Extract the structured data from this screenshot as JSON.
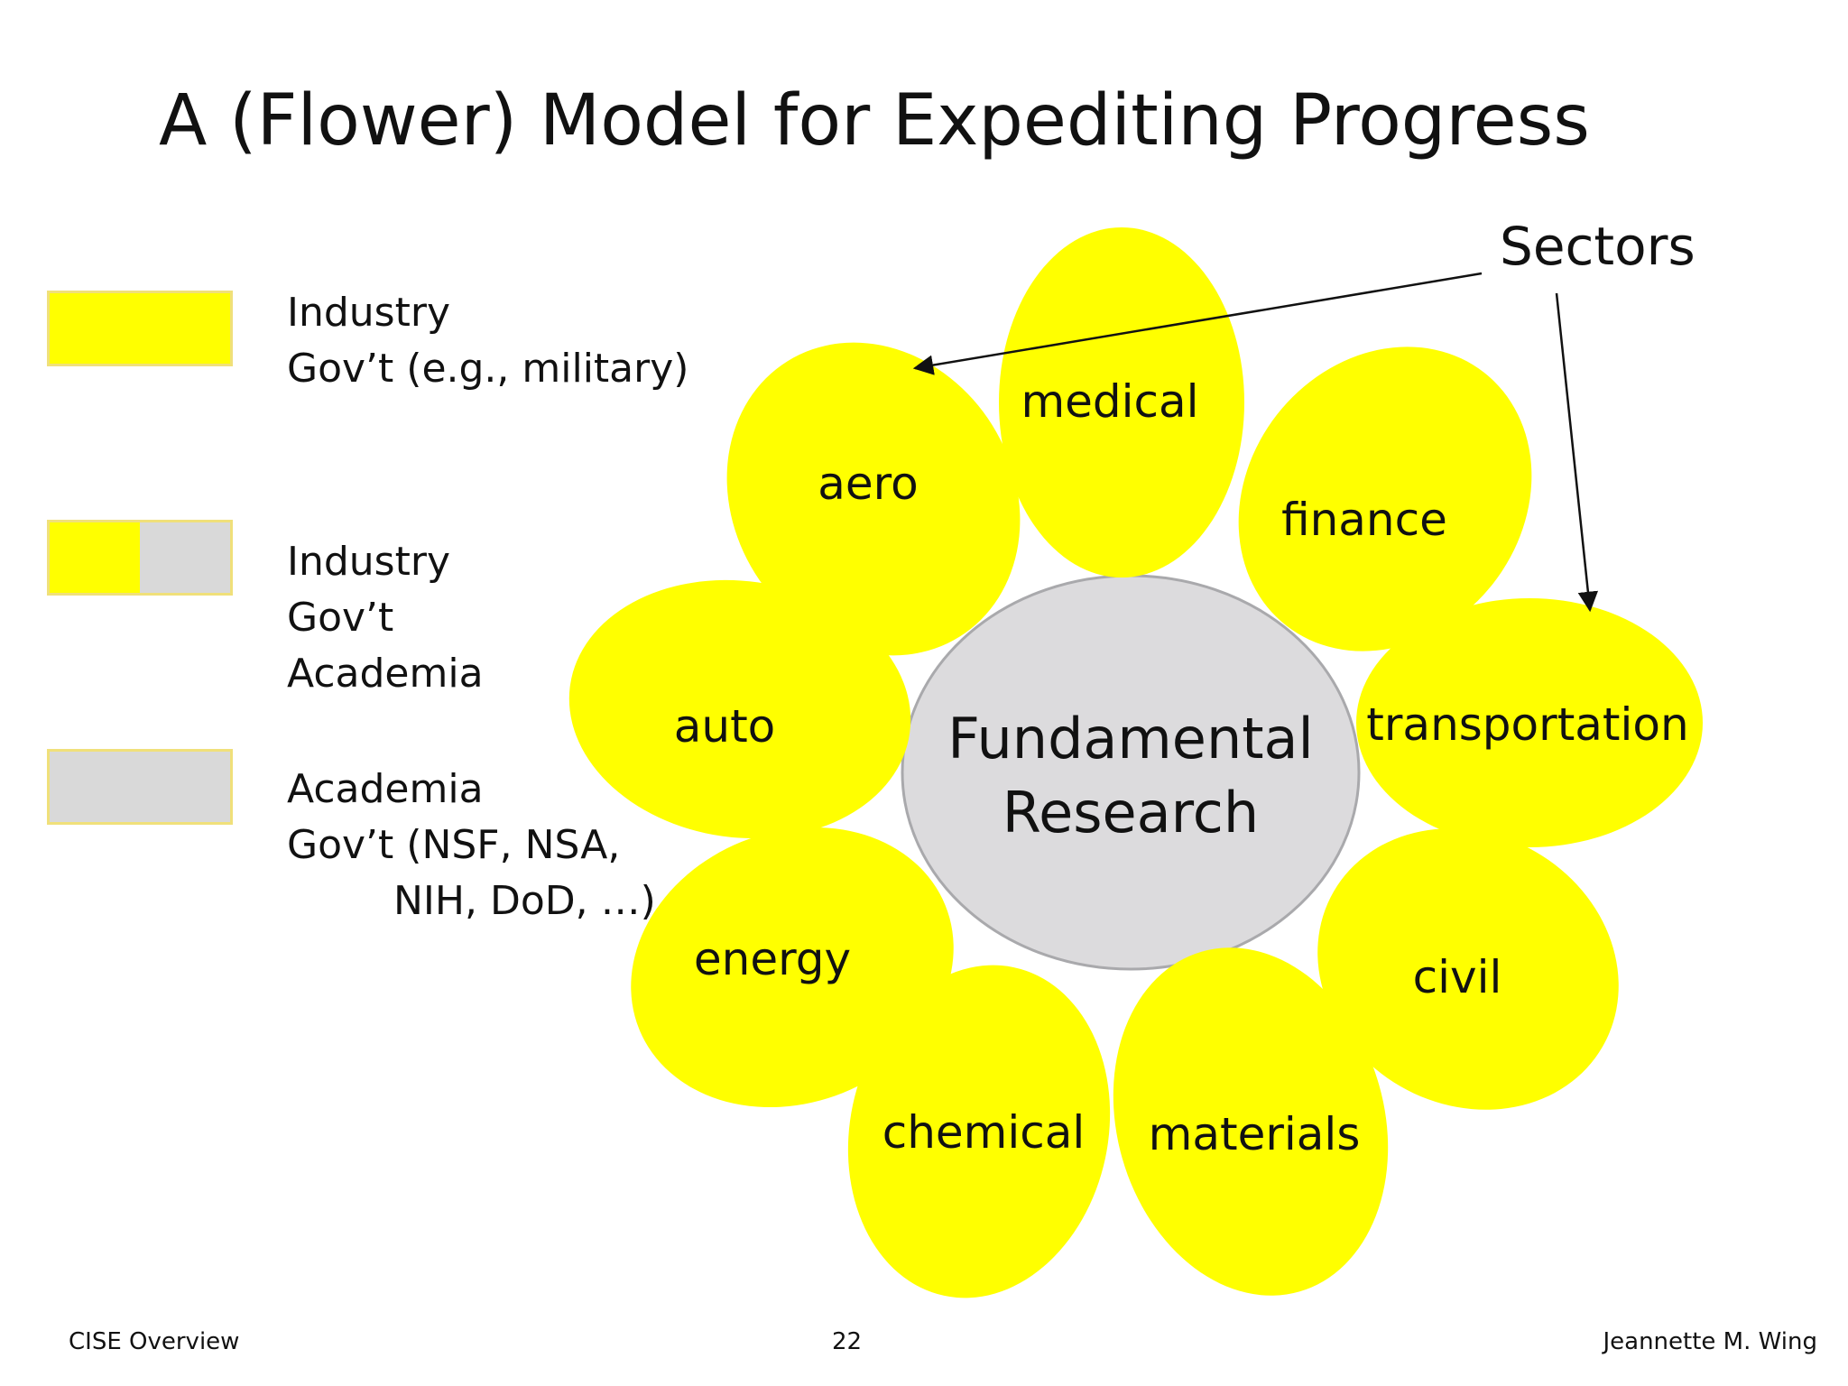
{
  "slide": {
    "title": "A (Flower) Model for Expediting Progress"
  },
  "legend": [
    {
      "colors": [
        "#ffff00"
      ],
      "lines": [
        "Industry",
        "Gov’t (e.g., military)"
      ]
    },
    {
      "colors": [
        "#ffff00",
        "#d9d9d9"
      ],
      "lines": [
        "Industry",
        "Gov’t",
        "Academia"
      ]
    },
    {
      "colors": [
        "#d9d9d9"
      ],
      "lines": [
        "Academia",
        "Gov’t (NSF, NSA,",
        "NIH, DoD, …)"
      ]
    }
  ],
  "diagram": {
    "center": {
      "lines": [
        "Fundamental",
        "Research"
      ],
      "color": "#dcdbdd"
    },
    "petal_color": "#ffff00",
    "petals": [
      {
        "id": "medical",
        "label": "medical"
      },
      {
        "id": "aero",
        "label": "aero"
      },
      {
        "id": "finance",
        "label": "finance"
      },
      {
        "id": "auto",
        "label": "auto"
      },
      {
        "id": "transportation",
        "label": "transportation"
      },
      {
        "id": "energy",
        "label": "energy"
      },
      {
        "id": "civil",
        "label": "civil"
      },
      {
        "id": "chemical",
        "label": "chemical"
      },
      {
        "id": "materials",
        "label": "materials"
      }
    ],
    "callout": {
      "label": "Sectors"
    }
  },
  "footer": {
    "left": "CISE Overview",
    "center": "22",
    "right": "Jeannette M. Wing"
  }
}
